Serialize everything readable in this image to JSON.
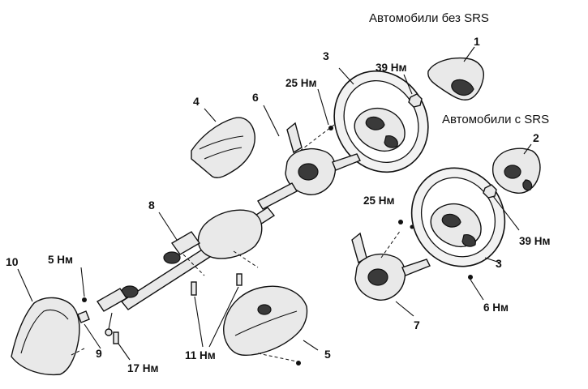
{
  "headers": {
    "without_srs": "Автомобили без SRS",
    "with_srs": "Автомобили с SRS"
  },
  "part_numbers": {
    "p1": "1",
    "p2": "2",
    "p3_top": "3",
    "p3_bottom": "3",
    "p4": "4",
    "p5": "5",
    "p6": "6",
    "p7": "7",
    "p8": "8",
    "p9": "9",
    "p10": "10"
  },
  "torques": {
    "t39_top": "39 Нм",
    "t25_top": "25 Нм",
    "t25_mid": "25 Нм",
    "t39_right": "39 Нм",
    "t6": "6 Нм",
    "t5": "5 Нм",
    "t11": "11 Нм",
    "t17": "17 Нм"
  }
}
